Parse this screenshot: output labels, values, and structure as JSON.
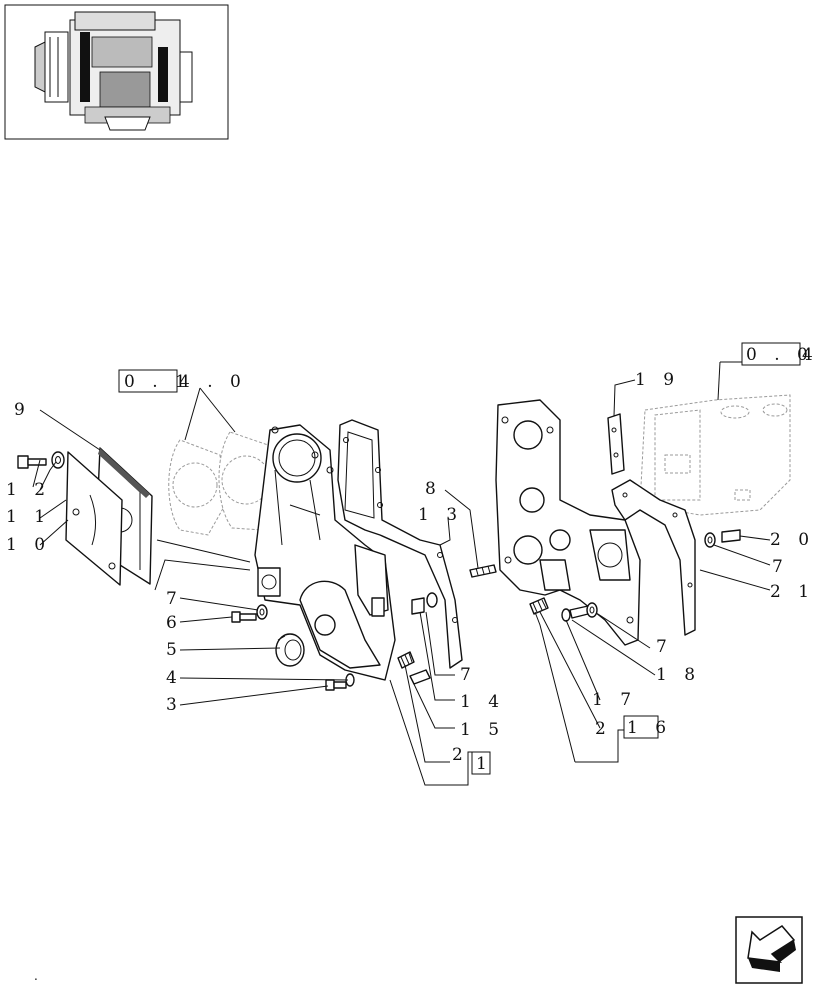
{
  "references": [
    {
      "id": "ref-014",
      "box": "0 . 1",
      "tail": "4 . 0"
    },
    {
      "id": "ref-004",
      "box": "0 . 0",
      "tail": "4"
    },
    {
      "id": "ref-1",
      "box": "1",
      "tail": ""
    },
    {
      "id": "ref-16",
      "box": "1 6",
      "tail": ""
    }
  ],
  "callouts": [
    {
      "id": "c9",
      "text": "9"
    },
    {
      "id": "c12",
      "text": "1 2"
    },
    {
      "id": "c11",
      "text": "1 1"
    },
    {
      "id": "c10",
      "text": "1 0"
    },
    {
      "id": "c7a",
      "text": "7"
    },
    {
      "id": "c6",
      "text": "6"
    },
    {
      "id": "c5",
      "text": "5"
    },
    {
      "id": "c4",
      "text": "4"
    },
    {
      "id": "c3",
      "text": "3"
    },
    {
      "id": "c8",
      "text": "8"
    },
    {
      "id": "c13",
      "text": "1 3"
    },
    {
      "id": "c7b",
      "text": "7"
    },
    {
      "id": "c14",
      "text": "1 4"
    },
    {
      "id": "c15",
      "text": "1 5"
    },
    {
      "id": "c2a",
      "text": "2"
    },
    {
      "id": "c19",
      "text": "1 9"
    },
    {
      "id": "c20",
      "text": "2 0"
    },
    {
      "id": "c7c",
      "text": "7"
    },
    {
      "id": "c21",
      "text": "2 1"
    },
    {
      "id": "c7d",
      "text": "7"
    },
    {
      "id": "c18",
      "text": "1 8"
    },
    {
      "id": "c17",
      "text": "1 7"
    },
    {
      "id": "c2b",
      "text": "2"
    }
  ],
  "footer_mark": ".",
  "icons": {
    "thumbnail": "engine-thumbnail-icon",
    "nav": "next-page-arrow-icon"
  }
}
